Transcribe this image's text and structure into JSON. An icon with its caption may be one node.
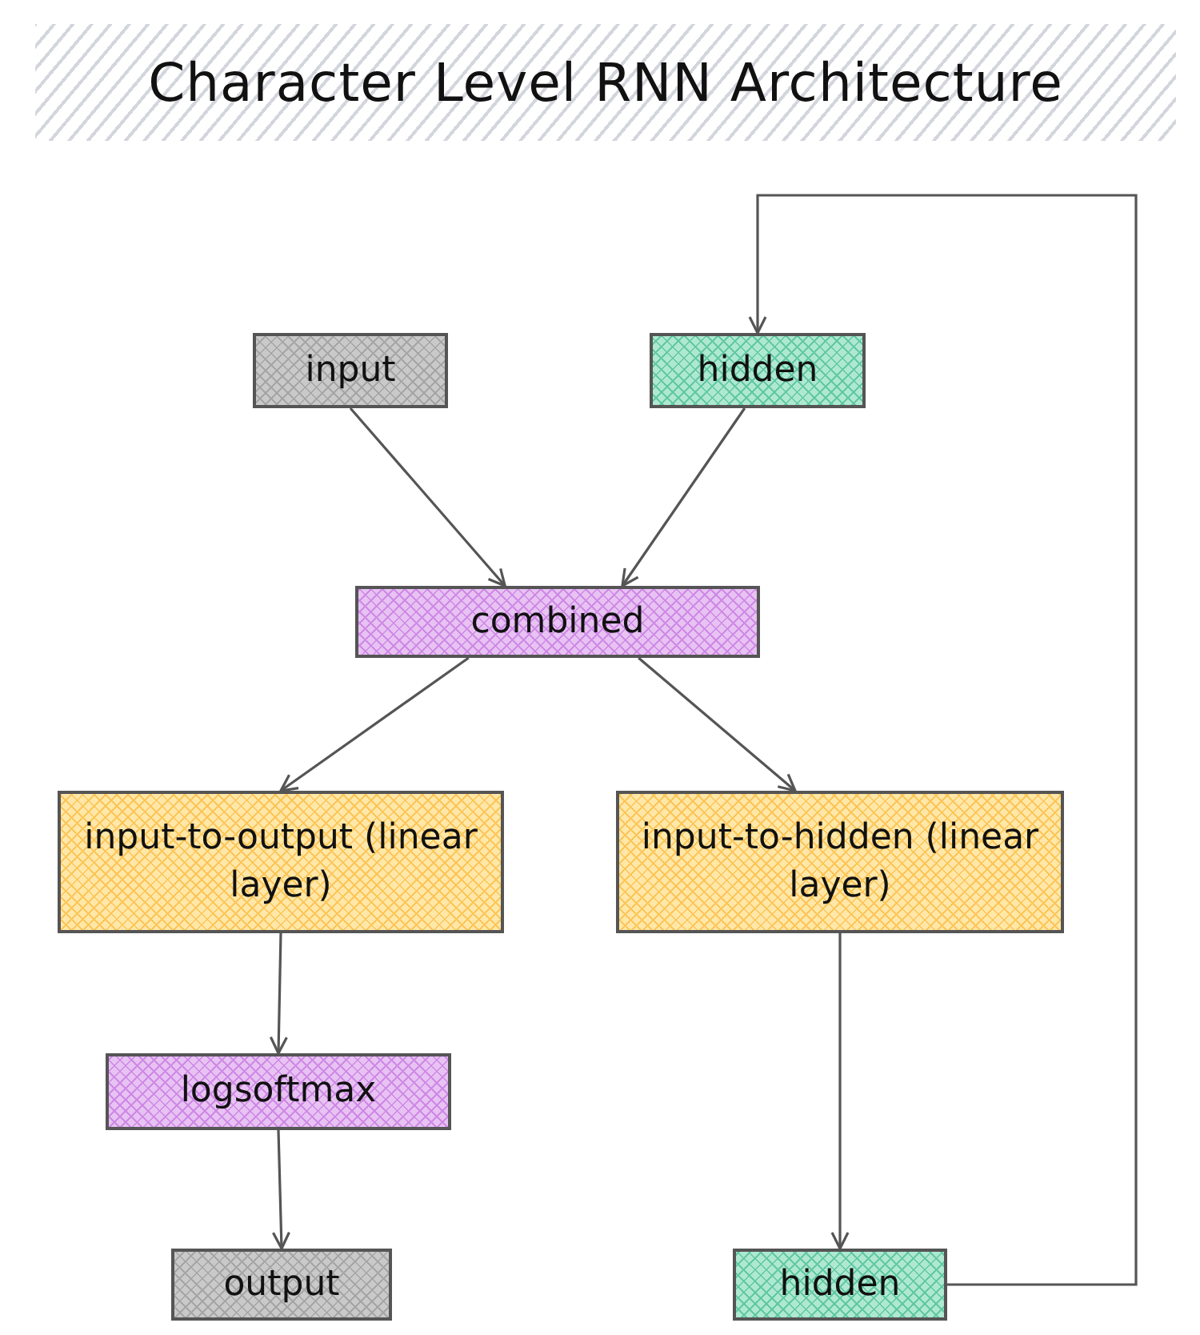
{
  "diagram": {
    "title": "Character Level RNN Architecture",
    "nodes": [
      {
        "text": [
          "input"
        ]
      },
      {
        "text": [
          "hidden"
        ]
      },
      {
        "text": [
          "combined"
        ]
      },
      {
        "text": [
          "input-to-output (linear layer)"
        ]
      },
      {
        "text": [
          "input-to-hidden (linear layer)"
        ]
      },
      {
        "text": [
          "logsoftmax"
        ]
      },
      {
        "text": [
          "output"
        ]
      },
      {
        "text": [
          "hidden"
        ]
      }
    ],
    "edges": [
      {
        "from": 0,
        "to": 2,
        "arrow": "to"
      },
      {
        "from": 1,
        "to": 2,
        "arrow": "to"
      },
      {
        "from": 2,
        "to": 3,
        "arrow": "to"
      },
      {
        "from": 2,
        "to": 4,
        "arrow": "to"
      },
      {
        "from": 3,
        "to": 5,
        "arrow": "to"
      },
      {
        "from": 5,
        "to": 6,
        "arrow": "to"
      },
      {
        "from": 4,
        "to": 7,
        "arrow": "to"
      },
      {
        "from": 7,
        "to": 1,
        "arrow": "to"
      }
    ]
  }
}
